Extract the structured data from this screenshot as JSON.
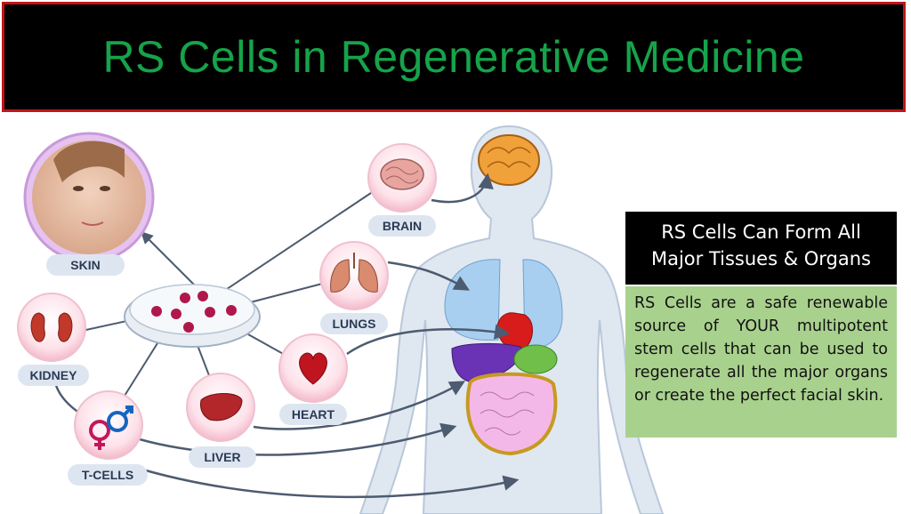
{
  "title": "RS Cells in Regenerative Medicine",
  "colors": {
    "banner_bg": "#000000",
    "banner_border": "#c0151a",
    "title_text": "#16a34a",
    "info_head_bg": "#000000",
    "info_body_bg": "#a9d18e",
    "label_text": "#2b3a55",
    "body_silhouette": "#dfe7f1"
  },
  "organs": [
    {
      "label": "SKIN",
      "icon": "face-icon"
    },
    {
      "label": "BRAIN",
      "icon": "brain-icon"
    },
    {
      "label": "LUNGS",
      "icon": "lungs-icon"
    },
    {
      "label": "KIDNEY",
      "icon": "kidney-icon"
    },
    {
      "label": "HEART",
      "icon": "heart-icon"
    },
    {
      "label": "LIVER",
      "icon": "liver-icon"
    },
    {
      "label": "T-CELLS",
      "icon": "gender-symbols-icon"
    }
  ],
  "info": {
    "heading_line1": "RS Cells Can Form All",
    "heading_line2": "Major Tissues & Organs",
    "body": "RS Cells are a safe renewable source of YOUR multipotent stem cells that can be used to regenerate all the major organs or create the perfect facial skin."
  }
}
